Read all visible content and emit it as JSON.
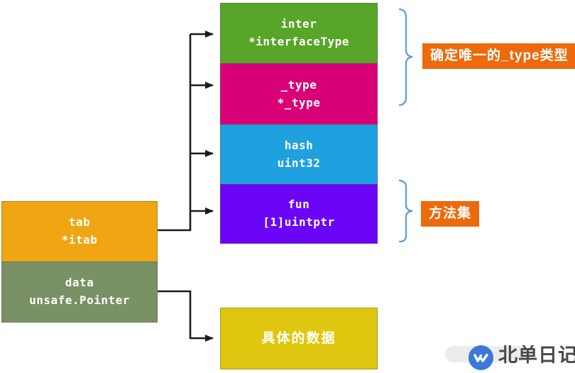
{
  "iface": {
    "tab": {
      "line1": "tab",
      "line2": "*itab",
      "color": "#F0A512"
    },
    "data": {
      "line1": "data",
      "line2": "unsafe.Pointer",
      "color": "#7A9166"
    }
  },
  "itab_fields": [
    {
      "line1": "inter",
      "line2": "*interfaceType",
      "color": "#57A529"
    },
    {
      "line1": "_type",
      "line2": "*_type",
      "color": "#D90077"
    },
    {
      "line1": "hash",
      "line2": "uint32",
      "color": "#1FA0DF"
    },
    {
      "line1": "fun",
      "line2": "[1]uintptr",
      "color": "#6A05F7"
    }
  ],
  "concrete_data": {
    "label": "具体的数据",
    "color": "#DFC70F"
  },
  "annotations": {
    "type_note": {
      "label": "确定唯一的_type类型",
      "bg": "#ED6A0C"
    },
    "method_set_note": {
      "label": "方法集",
      "bg": "#ED6A0C"
    },
    "brace_color": "#5B9BD5"
  },
  "arrow_color": "#1B1B1B",
  "watermark": {
    "text": "北单日记",
    "circle_color": "#3B78D8",
    "text_color": "#4A4A4A"
  }
}
